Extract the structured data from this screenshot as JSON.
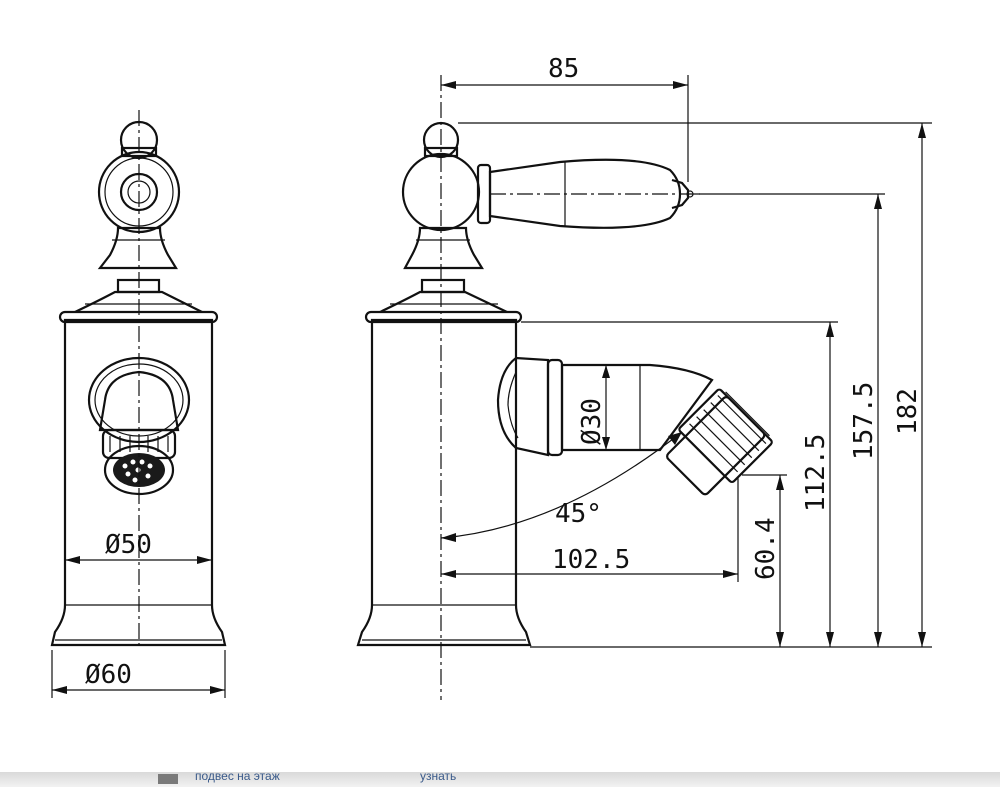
{
  "drawing": {
    "dimensions": {
      "top_width": "85",
      "lever_height": "157.5",
      "total_height": "182",
      "body_height": "112.5",
      "nozzle_diameter": "Ø30",
      "spout_reach": "102.5",
      "nozzle_height": "60.4",
      "nozzle_angle": "45°",
      "body_diameter": "Ø50",
      "base_diameter": "Ø60"
    }
  },
  "footer": {
    "link_left": "подвес на этаж",
    "link_right": "узнать"
  }
}
